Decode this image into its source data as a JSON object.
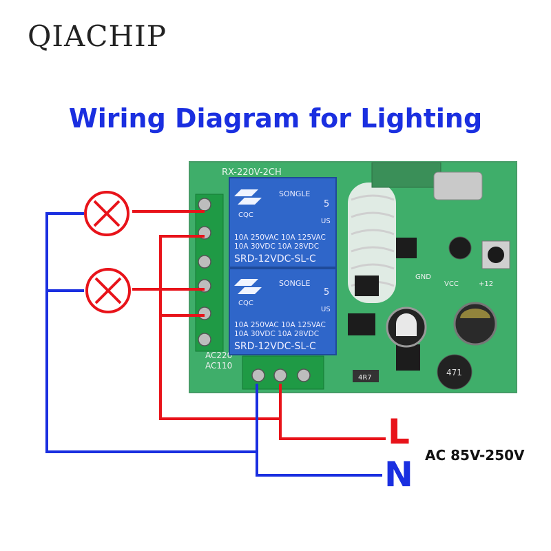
{
  "brand": "QIACHIP",
  "title": "Wiring Diagram for Lighting",
  "labels": {
    "line": "L",
    "neutral": "N",
    "voltage": "AC 85V-250V"
  },
  "board": {
    "model": "RX-220V-2CH",
    "power_labels": [
      "AC220",
      "AC110"
    ],
    "relay_brand": "SONGLE",
    "relay_marks": [
      "CQC",
      "5",
      "US"
    ],
    "relay_specs": [
      "10A 250VAC  10A 125VAC",
      "10A  30VDC  10A  28VDC"
    ],
    "relay_model": "SRD-12VDC-SL-C",
    "silkscreen": [
      "GND",
      "VCC",
      "+12",
      "4R7",
      "471"
    ]
  },
  "colors": {
    "line_wire": "#e8131a",
    "neutral_wire": "#1a2fe0",
    "pcb": "#3fae6a",
    "relay": "#2f66c9",
    "terminal": "#1f9a45"
  }
}
